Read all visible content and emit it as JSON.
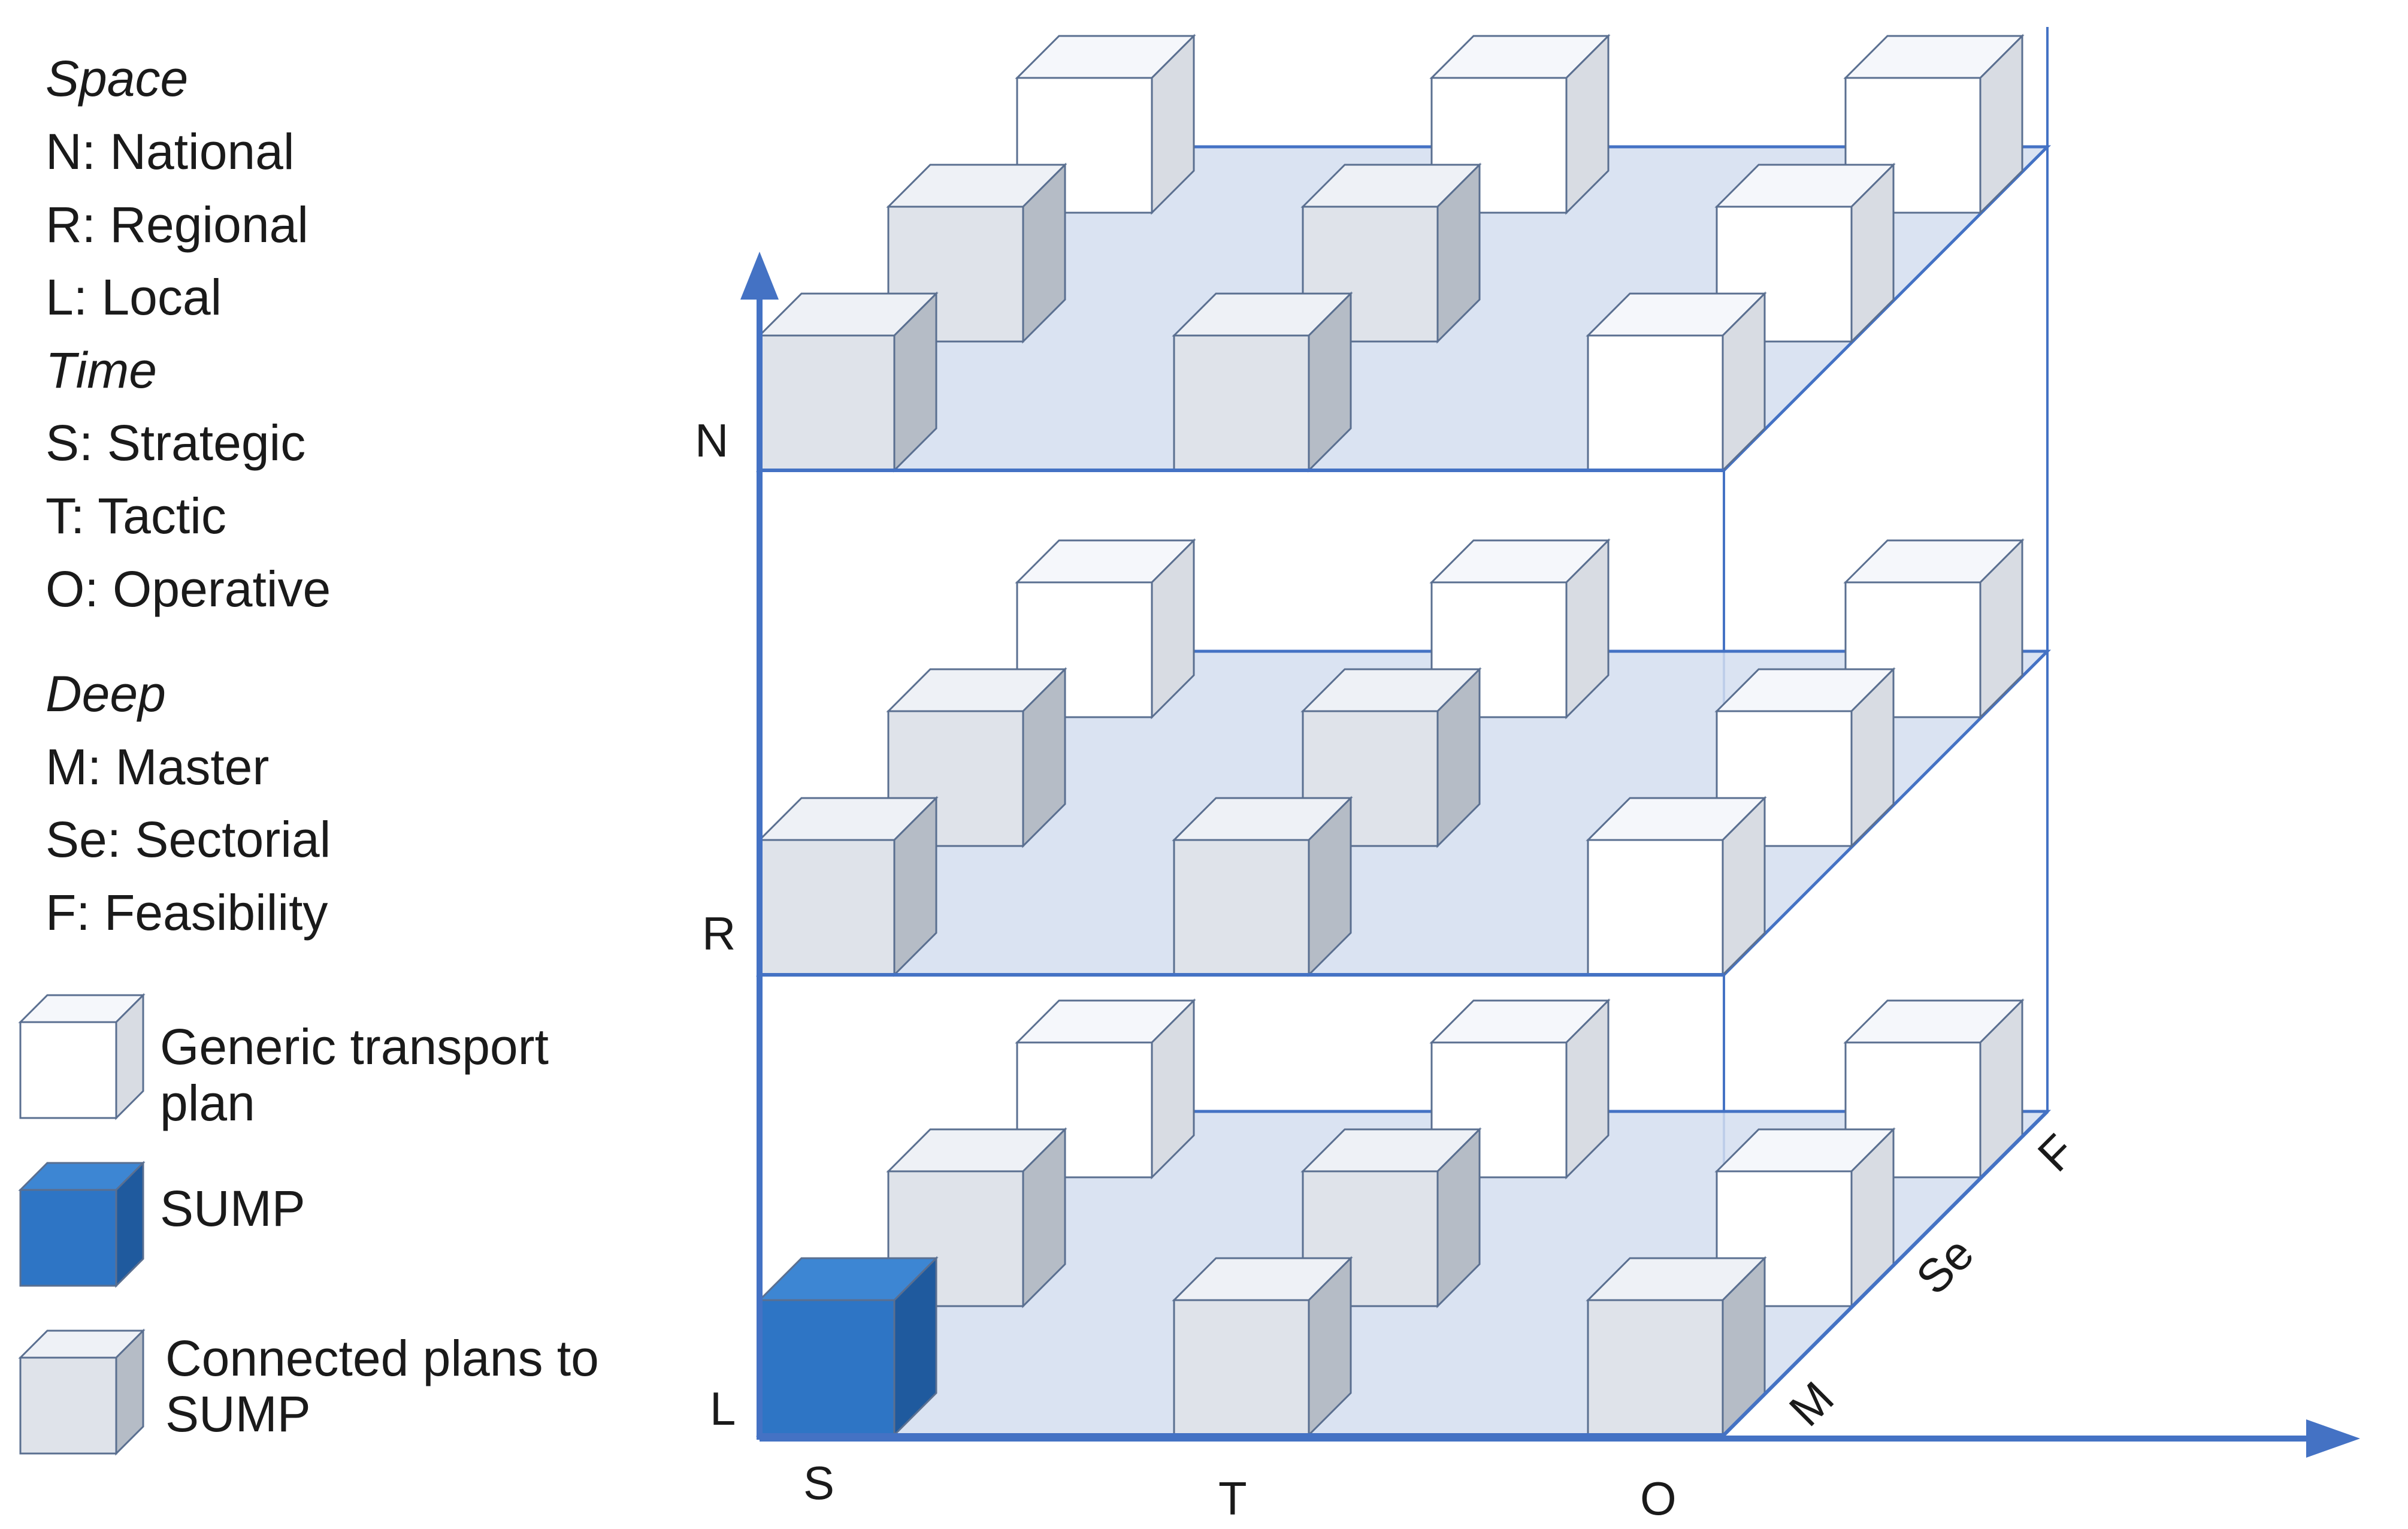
{
  "legend": {
    "space_heading": "Space",
    "space_items": [
      "N: National",
      "R: Regional",
      "L: Local"
    ],
    "time_heading": "Time",
    "time_items": [
      "S: Strategic",
      "T: Tactic",
      "O: Operative"
    ],
    "deep_heading": "Deep",
    "deep_items": [
      "M: Master",
      "Se: Sectorial",
      "F: Feasibility"
    ],
    "keys": [
      {
        "type": "generic",
        "lines": [
          "Generic transport",
          "plan"
        ]
      },
      {
        "type": "sump",
        "lines": [
          "SUMP"
        ]
      },
      {
        "type": "connected",
        "lines": [
          "Connected plans to",
          "SUMP"
        ]
      }
    ]
  },
  "axes": {
    "space_levels": [
      "L",
      "R",
      "N"
    ],
    "time_levels": [
      "S",
      "T",
      "O"
    ],
    "deep_levels": [
      "M",
      "Se",
      "F"
    ]
  },
  "grid": {
    "note": "Cell types per space level (L, R, N), time column (S, T, O), deep row (M, Se, F)",
    "L": [
      [
        "sump",
        "connected",
        "connected"
      ],
      [
        "connected",
        "connected",
        "generic"
      ],
      [
        "generic",
        "generic",
        "generic"
      ]
    ],
    "R": [
      [
        "connected",
        "connected",
        "generic"
      ],
      [
        "connected",
        "connected",
        "generic"
      ],
      [
        "generic",
        "generic",
        "generic"
      ]
    ],
    "N": [
      [
        "connected",
        "connected",
        "generic"
      ],
      [
        "connected",
        "connected",
        "generic"
      ],
      [
        "generic",
        "generic",
        "generic"
      ]
    ]
  },
  "colors": {
    "line": "#4472c4",
    "plane": "#d3def0",
    "generic_front": "#ffffff",
    "generic_top": "#f5f7fb",
    "generic_side": "#d8dce3",
    "connected_front": "#dfe3ea",
    "connected_top": "#eef1f6",
    "connected_side": "#b5bcc6",
    "sump_front": "#2e75c5",
    "sump_top": "#3d86d3",
    "sump_side": "#1f5a9e",
    "edge": "#5a6f90"
  }
}
